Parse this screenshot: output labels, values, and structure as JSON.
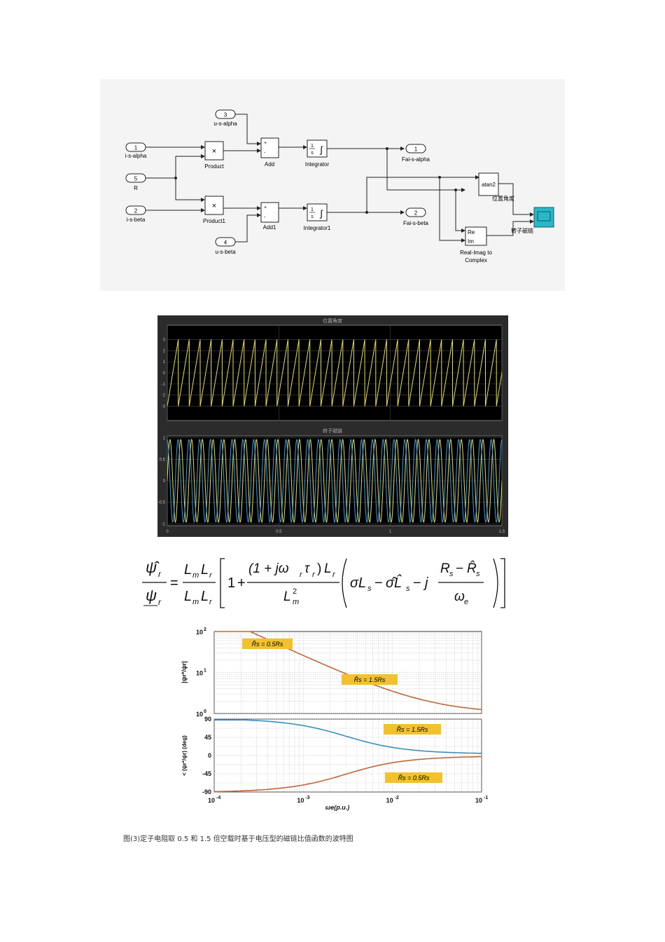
{
  "simulink": {
    "ports": {
      "in1": {
        "num": "1",
        "label": "i-s-alpha"
      },
      "in5": {
        "num": "5",
        "label": "R"
      },
      "in2": {
        "num": "2",
        "label": "i-s-beta"
      },
      "in3": {
        "num": "3",
        "label": "u-s-alpha"
      },
      "in4": {
        "num": "4",
        "label": "u-s-beta"
      },
      "out1": {
        "num": "1",
        "label": "Fai-s-alpha"
      },
      "out2": {
        "num": "2",
        "label": "Fai-s-beta"
      }
    },
    "blocks": {
      "product": "Product",
      "product1": "Product1",
      "add": "Add",
      "add1": "Add1",
      "integrator": "Integrator",
      "integrator1": "Integrator1",
      "atan2": "atan2",
      "re": "Re",
      "im": "Im",
      "ri2c_line1": "Real-Imag to",
      "ri2c_line2": "Complex",
      "angle_label": "位置角度",
      "scope_label": "转子磁链"
    },
    "symbols": {
      "times": "×",
      "plus": "+",
      "minus": "-",
      "int_num": "1",
      "int_den": "s",
      "int_sign": "∫"
    }
  },
  "scope": {
    "top_title": "位置角度",
    "bottom_title": "转子磁链",
    "top_yticks": [
      "3",
      "2",
      "1",
      "0",
      "-1",
      "-2",
      "-3"
    ],
    "bottom_yticks": [
      "1",
      "0.5",
      "0",
      "-0.5",
      "-1"
    ],
    "xticks": [
      "0",
      "0.5",
      "1",
      "1.5"
    ],
    "colors": {
      "yellow": "#e8e04a",
      "blue": "#3aa0e0",
      "bg": "#000000"
    }
  },
  "formula": {
    "lhs_num": "ψ̂",
    "lhs_den": "ψ",
    "sub_r": "r",
    "eq": "=",
    "lm": "L",
    "sub_m": "m",
    "lr": "L",
    "one": "1",
    "plus": "+",
    "num_text": "(1 + jω",
    "tau": "τ",
    "close": ")",
    "lm2": "L",
    "sup2": "2",
    "sigma_ls": "σL",
    "sub_s": "s",
    "minus": "−",
    "sigma_hat": "σ̂L̂",
    "j": "j",
    "rs": "R",
    "rs_hat": "R̂",
    "omega_e": "ω",
    "sub_e": "e"
  },
  "bode": {
    "mag_ylabel": "|ψr*/ψr|",
    "phase_ylabel": "< (ψr*/ψr) (deg)",
    "mag_yticks": [
      "10",
      "10",
      "10"
    ],
    "mag_yexps": [
      "2",
      "1",
      "0"
    ],
    "phase_yticks": [
      "90",
      "45",
      "0",
      "-45",
      "-90"
    ],
    "xticks": [
      "10",
      "10",
      "10",
      "10"
    ],
    "xexps": [
      "-4",
      "-3",
      "-2",
      "-1"
    ],
    "xlabel": "ωe(p.u.)",
    "legend_mag_a": "R̂s = 0.5Rs",
    "legend_mag_b": "R̂s = 1.5Rs",
    "legend_ph_a": "R̂s = 1.5Rs",
    "legend_ph_b": "R̂s = 0.5Rs",
    "colors": {
      "orange": "#c0673a",
      "blue": "#3a8fc0",
      "label_bg": "#f2c12e"
    }
  },
  "caption": "图(3)定子电阻取 0.5 和 1.5 倍空载时基于电压型的磁链比值函数的波特图"
}
